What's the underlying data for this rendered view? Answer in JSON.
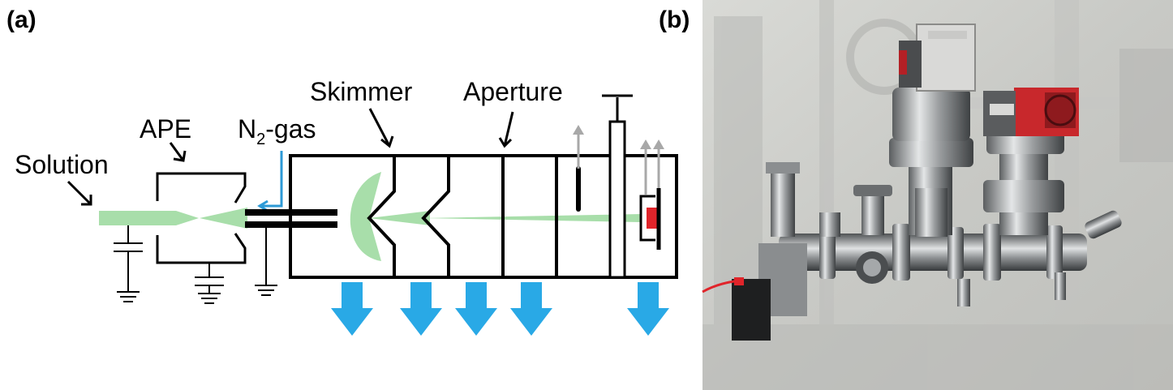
{
  "panels": {
    "a": {
      "label": "(a)",
      "labels": {
        "solution": "Solution",
        "ape": "APE",
        "n2_main": "N",
        "n2_sub": "2",
        "n2_suffix": "-gas",
        "skimmer": "Skimmer",
        "aperture": "Aperture"
      }
    },
    "b": {
      "label": "(b)"
    }
  },
  "colors": {
    "line": "#000000",
    "spray": "#a8deaa",
    "pump_arrow": "#29a9e6",
    "gas_line": "#2d9ad6",
    "detector": "#e0242a",
    "gray_arrow": "#a8a8a8",
    "photo_bg": "#cfd0cd"
  }
}
